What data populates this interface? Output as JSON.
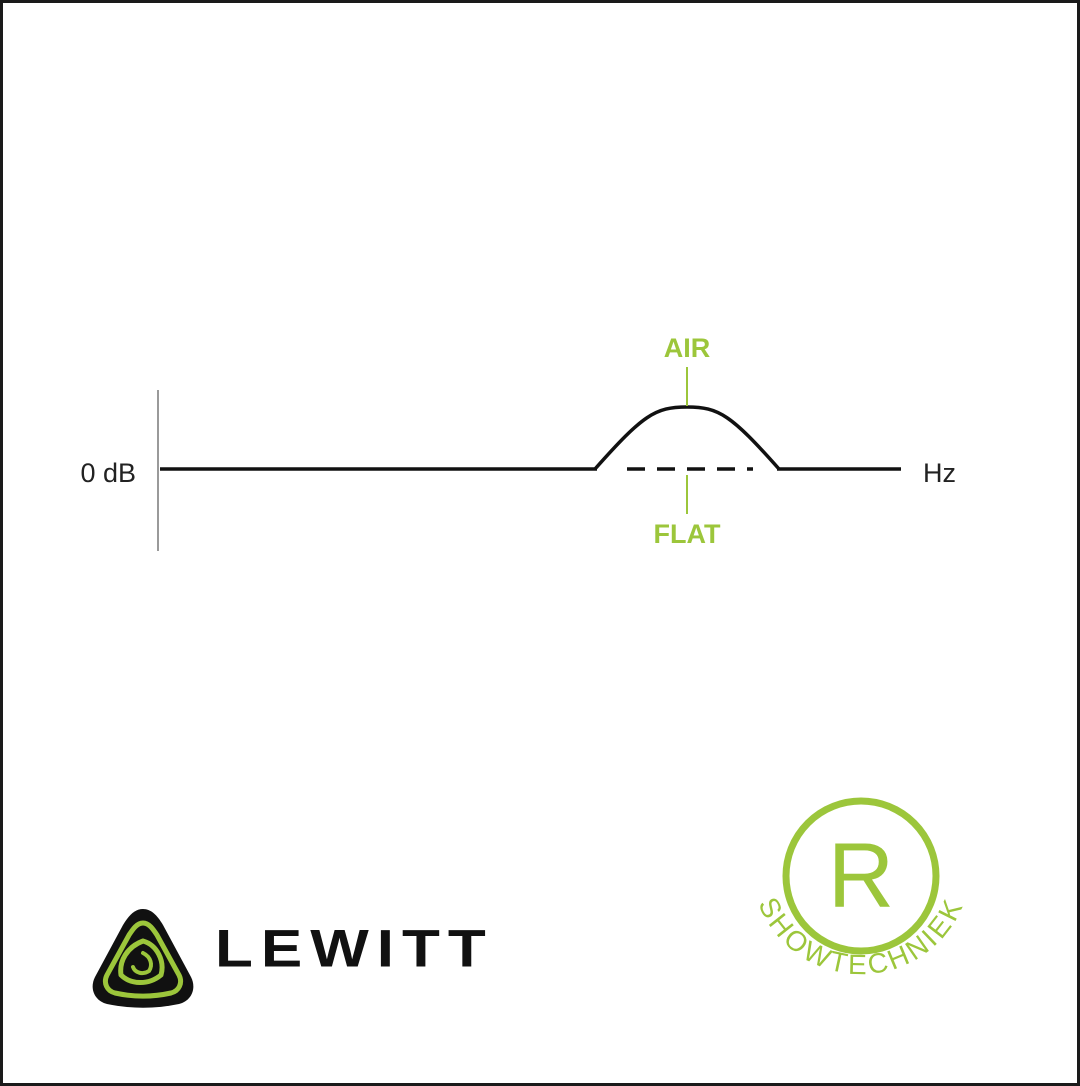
{
  "diagram": {
    "y_axis_label": "0 dB",
    "x_axis_label": "Hz",
    "air_label": "AIR",
    "flat_label": "FLAT"
  },
  "logos": {
    "lewitt": {
      "wordmark": "LEWITT"
    },
    "showtechniek": {
      "letter": "R",
      "ring_text": "SHOWTECHNIEK"
    }
  },
  "colors": {
    "accent_green": "#9cc63b",
    "curve": "#111111",
    "logo_dark": "#111111",
    "frame": "#1a1a1a"
  }
}
